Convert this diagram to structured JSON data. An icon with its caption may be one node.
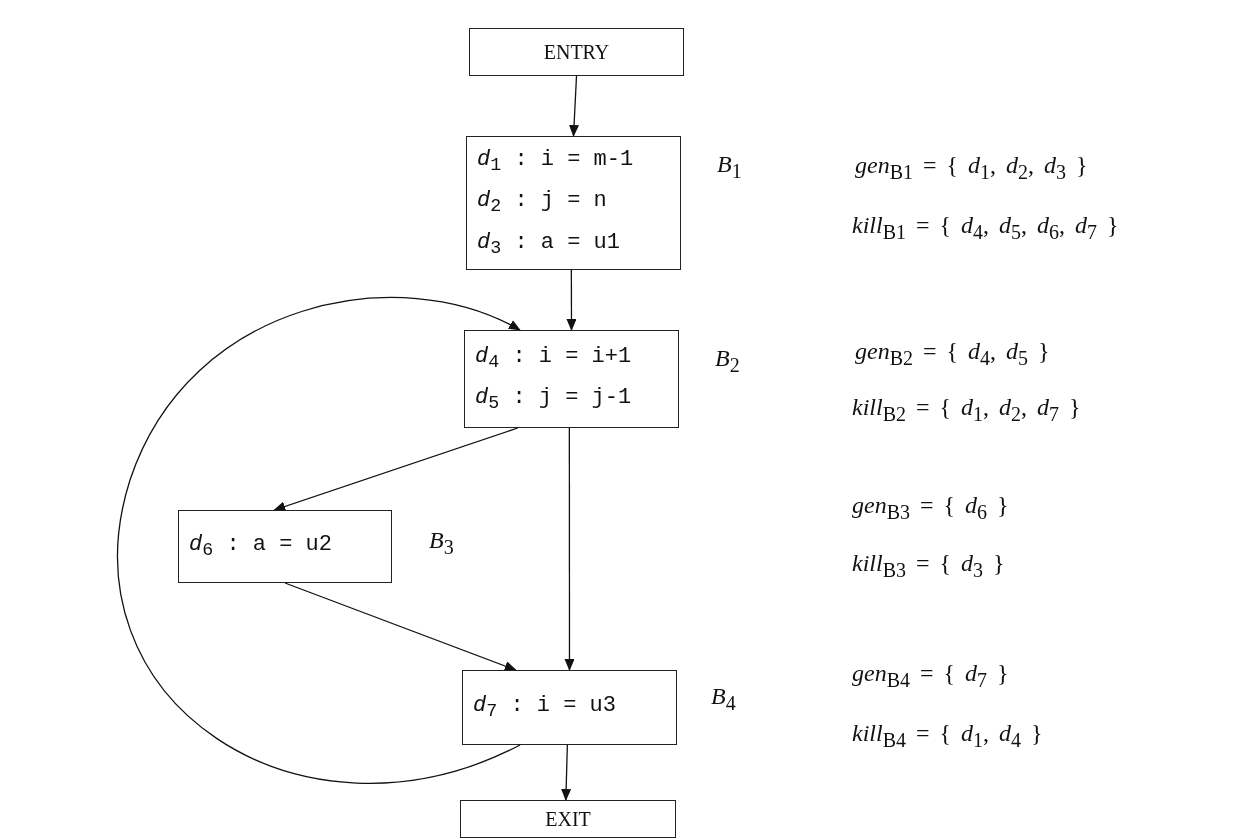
{
  "diagram": {
    "nodes": [
      {
        "text": [
          "ENTRY"
        ]
      },
      {
        "text": [
          "*d*$_{1}$ : i = m-1",
          "*d*$_{2}$ : j = n",
          "*d*$_{3}$ : a = u1"
        ],
        "beside": [
          "*B*$_{1}$"
        ]
      },
      {
        "text": [
          "*d*$_{4}$ : i = i+1",
          "*d*$_{5}$ : j = j-1"
        ],
        "beside": [
          "*B*$_{2}$"
        ]
      },
      {
        "text": [
          "*d*$_{6}$ : a = u2"
        ],
        "beside": [
          "*B*$_{3}$"
        ]
      },
      {
        "text": [
          "*d*$_{7}$ : i = u3"
        ],
        "beside": [
          "*B*$_{4}$"
        ]
      },
      {
        "text": [
          "EXIT"
        ]
      }
    ],
    "edges": [
      {
        "from": 0,
        "to": 1,
        "arrow": "to"
      },
      {
        "from": 1,
        "to": 2,
        "arrow": "to"
      },
      {
        "from": 2,
        "to": 3,
        "arrow": "to"
      },
      {
        "from": 2,
        "to": 4,
        "arrow": "to"
      },
      {
        "from": 3,
        "to": 4,
        "arrow": "to"
      },
      {
        "from": 4,
        "to": 2,
        "arrow": "to"
      },
      {
        "from": 4,
        "to": 5,
        "arrow": "to"
      }
    ],
    "labels": [
      "*gen*$_{B1}$ = { *d*$_{1}$, *d*$_{2}$, *d*$_{3}$ }",
      "*kill*$_{B1}$ = { *d*$_{4}$, *d*$_{5}$, *d*$_{6}$, *d*$_{7}$ }",
      "*gen*$_{B2}$ = { *d*$_{4}$, *d*$_{5}$ }",
      "*kill*$_{B2}$ = { *d*$_{1}$, *d*$_{2}$, *d*$_{7}$ }",
      "*gen*$_{B3}$ = { *d*$_{6}$ }",
      "*kill*$_{B3}$ = { *d*$_{3}$ }",
      "*gen*$_{B4}$ = { *d*$_{7}$ }",
      "*kill*$_{B4}$ = { *d*$_{1}$, *d*$_{4}$ }"
    ]
  }
}
